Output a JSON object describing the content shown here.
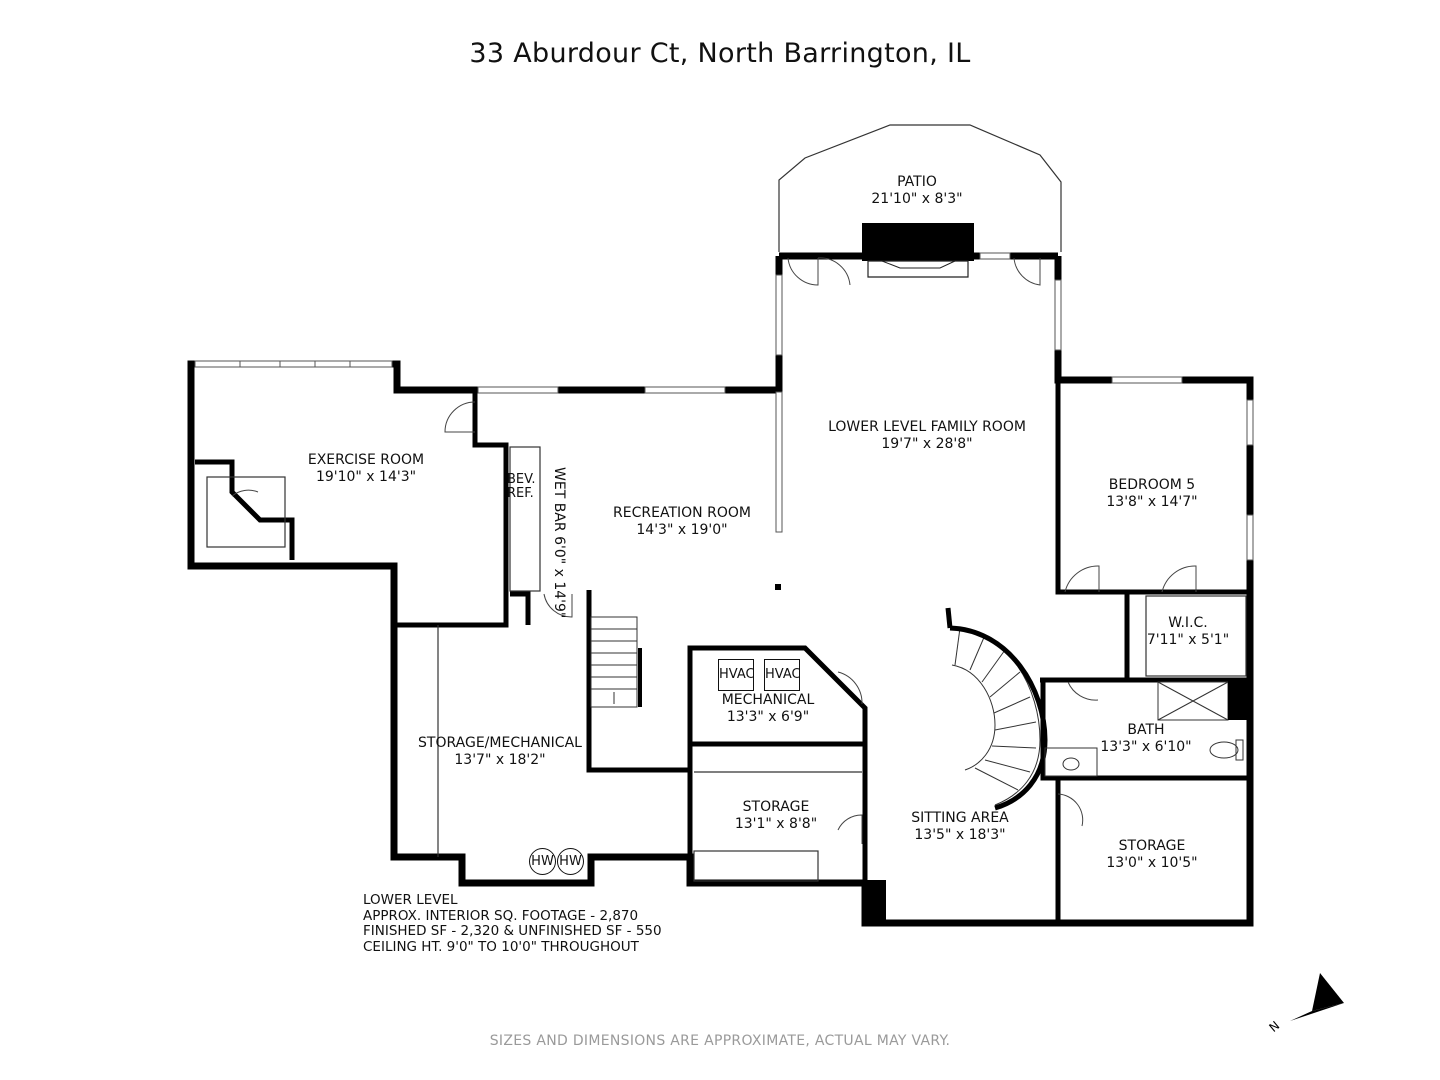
{
  "title": "33 Aburdour Ct, North Barrington, IL",
  "rooms": {
    "patio": {
      "name": "PATIO",
      "dims": "21'10\" x 8'3\""
    },
    "family_room": {
      "name": "LOWER LEVEL FAMILY ROOM",
      "dims": "19'7\" x 28'8\""
    },
    "exercise_room": {
      "name": "EXERCISE ROOM",
      "dims": "19'10\" x 14'3\""
    },
    "recreation_room": {
      "name": "RECREATION ROOM",
      "dims": "14'3\" x 19'0\""
    },
    "wet_bar": {
      "name": "WET BAR",
      "dims": "6'0\" x 14'9\""
    },
    "bedroom5": {
      "name": "BEDROOM 5",
      "dims": "13'8\" x 14'7\""
    },
    "wic": {
      "name": "W.I.C.",
      "dims": "7'11\" x 5'1\""
    },
    "mechanical": {
      "name": "MECHANICAL",
      "dims": "13'3\" x 6'9\""
    },
    "storage_mechanical": {
      "name": "STORAGE/MECHANICAL",
      "dims": "13'7\" x 18'2\""
    },
    "storage_center": {
      "name": "STORAGE",
      "dims": "13'1\" x 8'8\""
    },
    "bath": {
      "name": "BATH",
      "dims": "13'3\" x 6'10\""
    },
    "sitting_area": {
      "name": "SITTING AREA",
      "dims": "13'5\" x 18'3\""
    },
    "storage_right": {
      "name": "STORAGE",
      "dims": "13'0\" x 10'5\""
    }
  },
  "fixtures": {
    "bev": "BEV.",
    "ref": "REF.",
    "hvac_1": "HVAC",
    "hvac_2": "HVAC",
    "hw_1": "HW",
    "hw_2": "HW"
  },
  "notes": [
    "LOWER LEVEL",
    "APPROX. INTERIOR SQ. FOOTAGE - 2,870",
    "FINISHED SF - 2,320 & UNFINISHED SF - 550",
    "CEILING HT. 9'0\" TO 10'0\" THROUGHOUT"
  ],
  "compass": {
    "label": "N"
  },
  "disclaimer": "SIZES AND DIMENSIONS ARE APPROXIMATE, ACTUAL MAY VARY.",
  "colors": {
    "wall": "#000000",
    "window": "#8a8a8a",
    "disclaimer": "#9a9a9a"
  }
}
